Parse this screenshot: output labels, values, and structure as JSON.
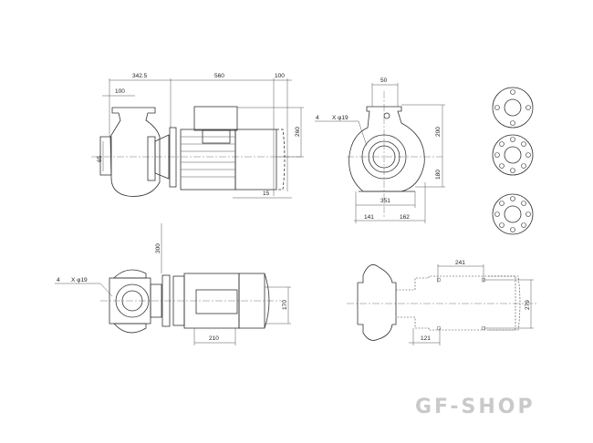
{
  "side_view": {
    "dims": {
      "overall_pump": "342.5",
      "motor_length": "560",
      "motor_tail": "100",
      "suction_offset": "100",
      "suction_height": "65",
      "terminal_box_height": "260",
      "foot_offset": "15"
    }
  },
  "front_view": {
    "dims": {
      "flange_width": "50",
      "upper_height": "200",
      "lower_height": "180",
      "base_width": "351",
      "left_half": "141",
      "right_half": "162"
    },
    "bolt_label": {
      "count": "4",
      "spec": "X φ19"
    }
  },
  "top_view": {
    "dims": {
      "height": "300",
      "motor_width": "170",
      "foot_spacing": "210"
    },
    "bolt_label": {
      "count": "4",
      "spec": "X φ19"
    }
  },
  "foot_plan": {
    "dims": {
      "hole_spacing_x": "241",
      "hole_spacing_y": "279",
      "edge_offset": "121"
    }
  },
  "logo": "GF-SHOP"
}
